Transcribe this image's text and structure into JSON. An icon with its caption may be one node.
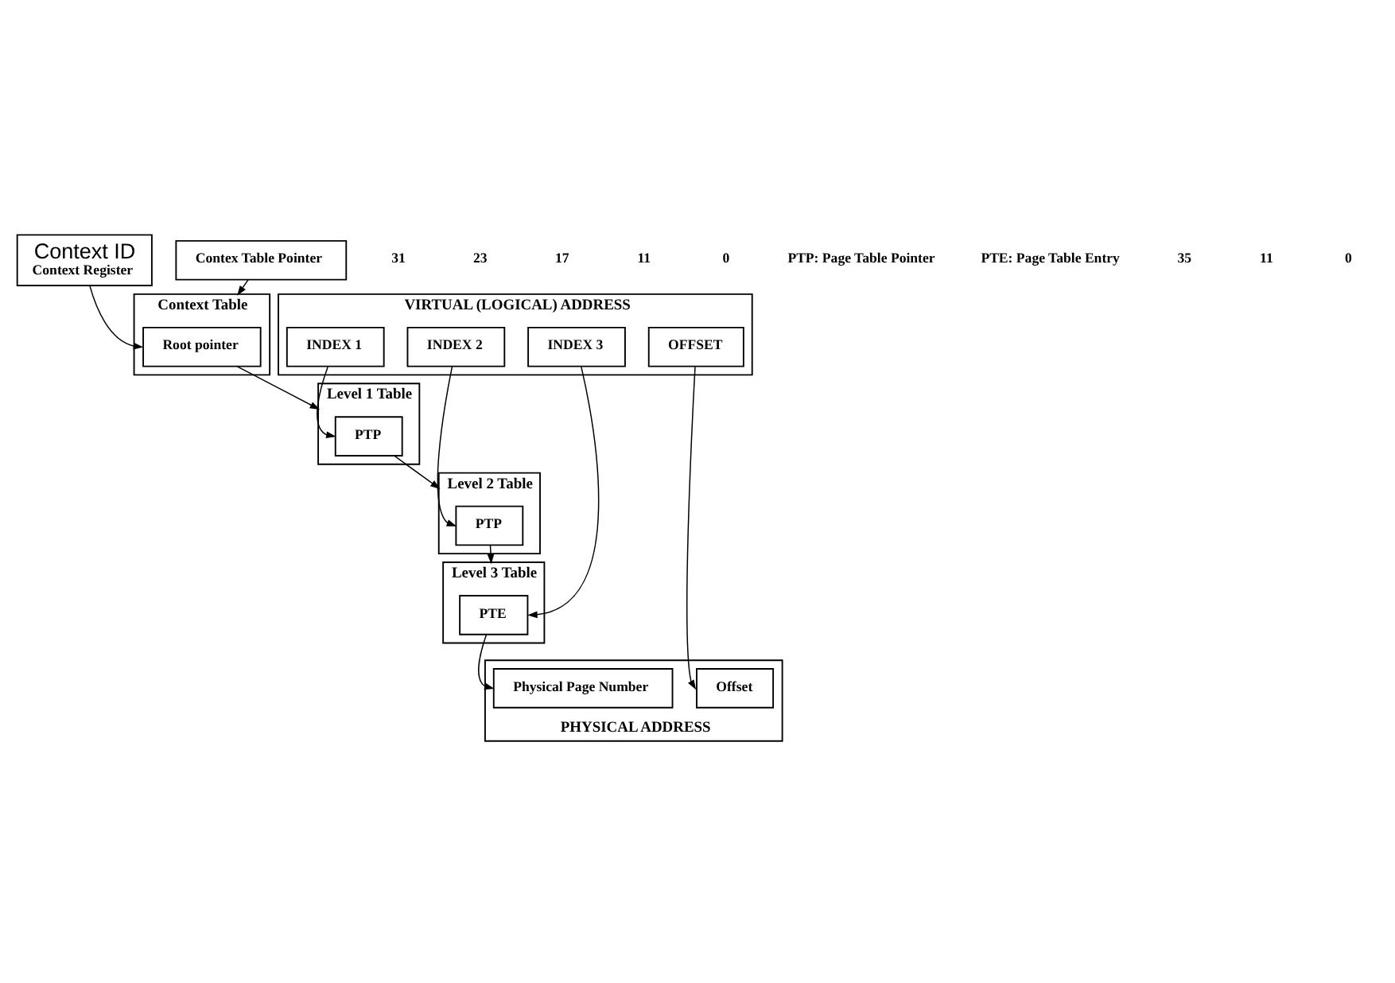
{
  "diagram": {
    "nodes": [
      {
        "text": [
          "VIRTUAL (LOGICAL) ADDRESS"
        ]
      },
      {
        "text": [
          "INDEX 1"
        ],
        "in": 0
      },
      {
        "text": [
          "INDEX 2"
        ],
        "in": 0
      },
      {
        "text": [
          "INDEX 3"
        ],
        "in": 0
      },
      {
        "text": [
          "OFFSET"
        ],
        "in": 0
      },
      {
        "text": [
          "Contex Table Pointer"
        ]
      },
      {
        "text": [
          "Context Table"
        ]
      },
      {
        "text": [
          "Root pointer"
        ],
        "in": 6
      },
      {
        "text": [
          "Level 1 Table"
        ]
      },
      {
        "text": [
          "PTP"
        ],
        "in": 8
      },
      {
        "text": [
          "Level 2 Table"
        ]
      },
      {
        "text": [
          "PTP"
        ],
        "in": 10
      },
      {
        "text": [
          "Level 3 Table"
        ]
      },
      {
        "text": [
          "PTE"
        ],
        "in": 12
      },
      {
        "text": [
          "Context ID",
          "Context Register"
        ]
      },
      {
        "text": [
          "PHYSICAL ADDRESS"
        ]
      },
      {
        "text": [
          "Physical Page Number"
        ],
        "in": 15
      },
      {
        "text": [
          "Offset"
        ],
        "in": 15
      }
    ],
    "edges": [
      {
        "from": 5,
        "to": 6,
        "arrow": "to"
      },
      {
        "from": 14,
        "to": 7,
        "arrow": "to"
      },
      {
        "from": 7,
        "to": 8,
        "arrow": "to"
      },
      {
        "from": 1,
        "to": 9,
        "arrow": "to"
      },
      {
        "from": 9,
        "to": 10,
        "arrow": "to"
      },
      {
        "from": 2,
        "to": 11,
        "arrow": "to"
      },
      {
        "from": 11,
        "to": 12,
        "arrow": "to"
      },
      {
        "from": 3,
        "to": 13,
        "arrow": "to"
      },
      {
        "from": 13,
        "to": 16,
        "arrow": "to"
      },
      {
        "from": 4,
        "to": 17,
        "arrow": "to"
      }
    ],
    "labels": [
      "31",
      "23",
      "17",
      "11",
      "0",
      "PTP: Page Table Pointer",
      "PTE: Page Table Entry",
      "35",
      "11",
      "0"
    ]
  }
}
